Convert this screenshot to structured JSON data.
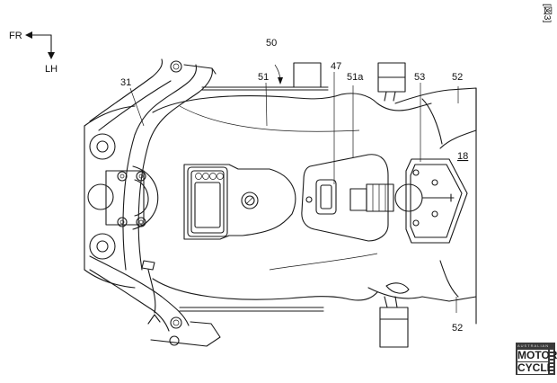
{
  "figure": {
    "figure_label": "[図3]",
    "orientation": {
      "forward_label": "FR",
      "left_label": "LH"
    },
    "reference_numerals": {
      "assembly": "50",
      "frame": "31",
      "cover": "51",
      "cover_recess": "51a",
      "part_47": "47",
      "part_53": "53",
      "side_cover_upper": "52",
      "side_cover_lower": "52",
      "part_18": "18"
    }
  },
  "watermark": {
    "top_text": "AUSTRALIAN",
    "line1": "MOTOR",
    "line2": "CYCLE"
  }
}
